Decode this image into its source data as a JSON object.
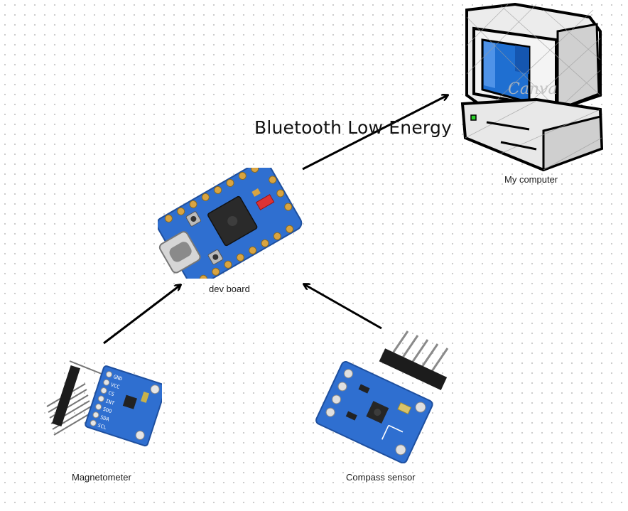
{
  "diagram": {
    "edge_label": "Bluetooth Low Energy",
    "nodes": {
      "computer": {
        "label": "My computer",
        "watermark": "Canva"
      },
      "dev_board": {
        "label": "dev board"
      },
      "magnetometer": {
        "label": "Magnetometer",
        "pin_labels": [
          "GND",
          "VCC",
          "CS",
          "INT",
          "SDO",
          "SDA",
          "SCL"
        ]
      },
      "compass": {
        "label": "Compass sensor"
      }
    },
    "colors": {
      "pcb_blue": "#2f6fd0",
      "arrow": "#000000",
      "monitor_screen": "#1f6fd1"
    }
  }
}
